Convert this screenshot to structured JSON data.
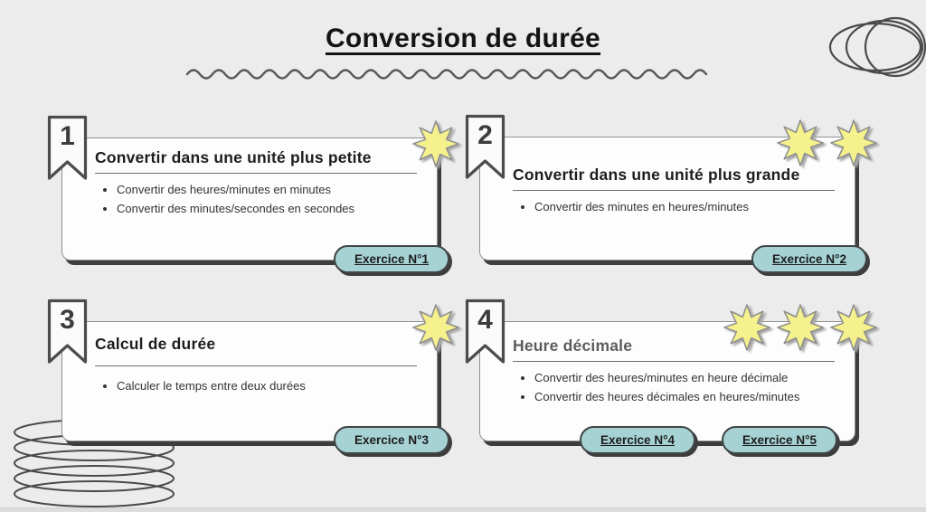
{
  "header": {
    "title": "Conversion de durée"
  },
  "cards": [
    {
      "number": "1",
      "title": "Convertir dans une unité plus petite",
      "bullets": [
        "Convertir des heures/minutes en minutes",
        "Convertir des minutes/secondes en secondes"
      ],
      "star_count": 1,
      "buttons": [
        {
          "label": "Exercice N°1",
          "underlined": true
        }
      ]
    },
    {
      "number": "2",
      "title": "Convertir dans une unité plus grande",
      "bullets": [
        "Convertir des minutes en heures/minutes"
      ],
      "star_count": 2,
      "buttons": [
        {
          "label": "Exercice N°2",
          "underlined": true
        }
      ]
    },
    {
      "number": "3",
      "title": "Calcul de durée",
      "bullets": [
        "Calculer le temps entre deux durées"
      ],
      "star_count": 1,
      "buttons": [
        {
          "label": "Exercice N°3",
          "underlined": false
        }
      ]
    },
    {
      "number": "4",
      "title": "Heure décimale",
      "bullets": [
        "Convertir des heures/minutes en heure décimale",
        "Convertir des heures décimales en heures/minutes"
      ],
      "star_count": 3,
      "buttons": [
        {
          "label": "Exercice N°4",
          "underlined": true
        },
        {
          "label": "Exercice N°5",
          "underlined": true
        }
      ]
    }
  ],
  "colors": {
    "background": "#ececec",
    "card_background": "#fdfdfd",
    "dark_outline": "#3d3d3d",
    "button_teal": "#a7d2d4",
    "star_yellow": "#f5f18d",
    "card4_title_gray": "#5c5c5c"
  }
}
